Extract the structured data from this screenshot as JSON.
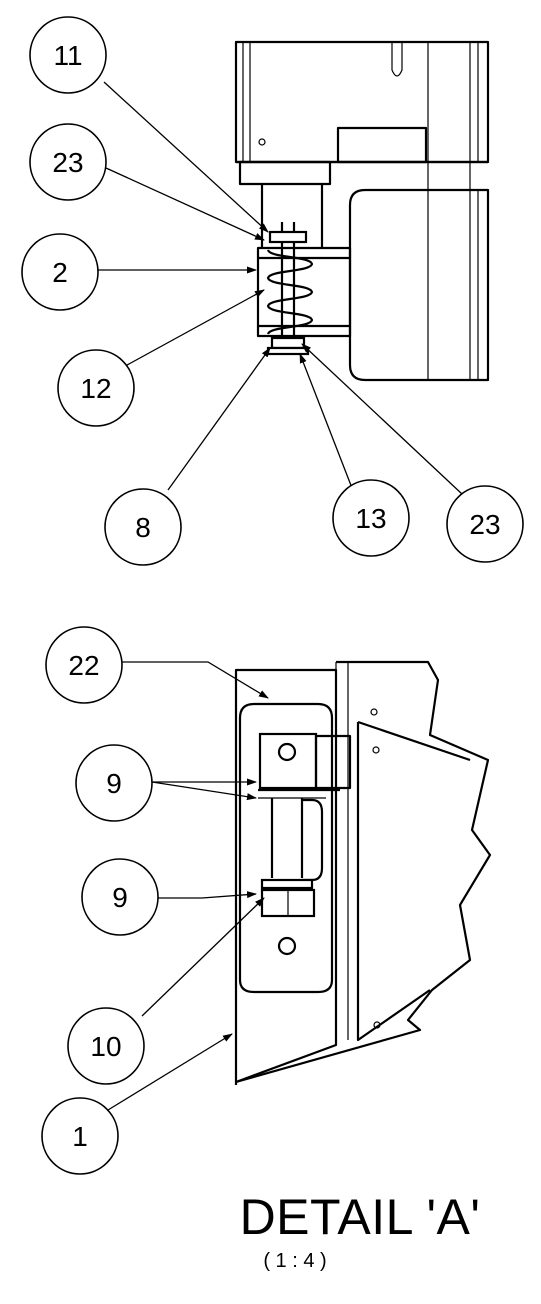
{
  "balloons_top": [
    "11",
    "23",
    "2",
    "12",
    "8",
    "13",
    "23"
  ],
  "balloons_bottom": [
    "22",
    "9",
    "9",
    "10",
    "1"
  ],
  "detail": {
    "title": "DETAIL 'A'",
    "scale": "( 1 : 4 )"
  }
}
